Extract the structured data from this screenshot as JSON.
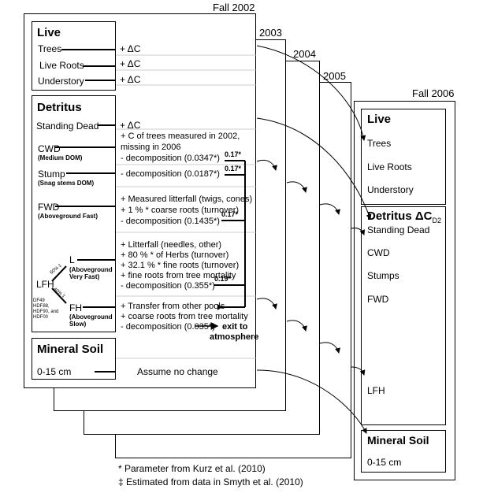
{
  "years": {
    "y2002": "Fall 2002",
    "y2003": "2003",
    "y2004": "2004",
    "y2005": "2005",
    "y2006": "Fall 2006"
  },
  "live": {
    "title": "Live",
    "trees": "Trees",
    "live_roots": "Live Roots",
    "understory": "Understory",
    "delta": "+ ΔC"
  },
  "detritus": {
    "title": "Detritus",
    "standing_dead": "Standing Dead",
    "sd_delta": "+ ΔC",
    "cwd": "CWD",
    "cwd_sub": "(Medium DOM)",
    "cwd_t1": "+ C of trees measured in 2002,",
    "cwd_t2": "missing in 2006",
    "cwd_t3": "- decomposition (0.0347*)",
    "cwd_r": "0.17*",
    "stump": "Stump",
    "stump_sub": "(Snag stems DOM)",
    "stump_t1": "- decomposition (0.0187*)",
    "stump_r": "0.17*",
    "fwd": "FWD",
    "fwd_sub": "(Aboveground Fast)",
    "fwd_t1": "+ Measured litterfall (twigs, cones)",
    "fwd_t2": "+ 1 % * coarse roots (turnover)",
    "fwd_t3": "- decomposition (0.1435*)",
    "fwd_r": "0.17*",
    "lfh": "LFH",
    "lfh_split1": "60% ‡",
    "lfh_split2": "40% ‡",
    "l": "L",
    "l_sub1": "(Aboveground",
    "l_sub2": "Very Fast)",
    "l_t1": "+ Litterfall (needles, other)",
    "l_t2": "+ 80 % * of Herbs (turnover)",
    "l_t3": "+ 32.1 % * fine roots (turnover)",
    "l_t4": "+ fine roots from tree mortality",
    "l_t5": "- decomposition (0.355*)",
    "l_r": "0.19*",
    "plots1": "DF49",
    "plots2": "HDF88,",
    "plots3": "HDF90, and",
    "plots4": "HDF00",
    "fh": "FH",
    "fh_sub1": "(Aboveground",
    "fh_sub2": "Slow)",
    "fh_t1": "+ Transfer from other pools",
    "fh_t2": "+ coarse roots from tree mortality",
    "fh_t3": "- decomposition (0.035*)",
    "exit1": "exit to",
    "exit2": "atmosphere"
  },
  "mineral": {
    "title": "Mineral Soil",
    "depth": "0-15 cm",
    "note": "Assume no change"
  },
  "right": {
    "live_title": "Live",
    "trees": "Trees",
    "live_roots": "Live Roots",
    "understory": "Understory",
    "det_title": "Detritus ΔC",
    "det_sub": "D2",
    "standing_dead": "Standing Dead",
    "cwd": "CWD",
    "stumps": "Stumps",
    "fwd": "FWD",
    "lfh": "LFH",
    "mineral_title": "Mineral Soil",
    "depth": "0-15 cm"
  },
  "footnotes": {
    "f1": "* Parameter from Kurz et al. (2010)",
    "f2": "‡ Estimated from data in Smyth et al. (2010)"
  }
}
